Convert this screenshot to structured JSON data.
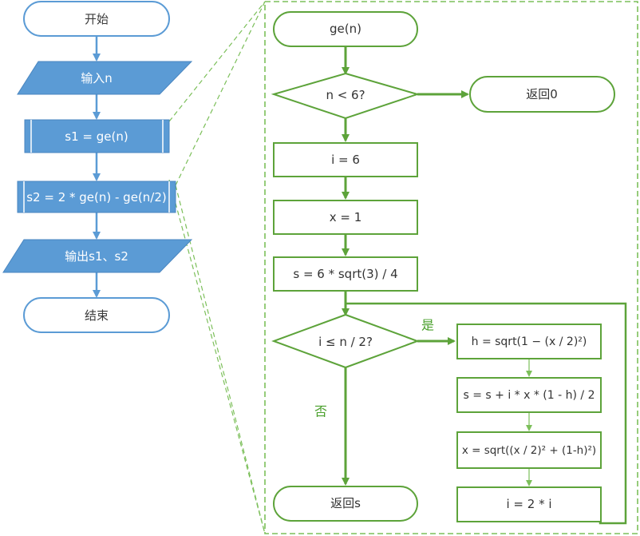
{
  "left_flow": {
    "start": "开始",
    "input": "输入n",
    "call1": "s1 = ge(n)",
    "call2": "s2 = 2 * ge(n) - ge(n/2)",
    "output": "输出s1、s2",
    "end": "结束"
  },
  "right_flow": {
    "func": "ge(n)",
    "cond1": "n < 6?",
    "ret0": "返回0",
    "init_i": "i = 6",
    "init_x": "x = 1",
    "init_s": "s = 6 * sqrt(3) / 4",
    "cond2": "i ≤ n / 2?",
    "yes": "是",
    "no": "否",
    "ret_s": "返回s",
    "calc_h": "h = sqrt(1 − (x / 2)²)",
    "calc_s": "s = s + i * x * (1 - h) / 2",
    "calc_x": "x = sqrt((x / 2)² + (1-h)²)",
    "calc_i": "i = 2 * i"
  },
  "colors": {
    "blue_fill": "#5b9bd5",
    "blue_stroke": "#4a86c0",
    "green": "#5da33a"
  }
}
